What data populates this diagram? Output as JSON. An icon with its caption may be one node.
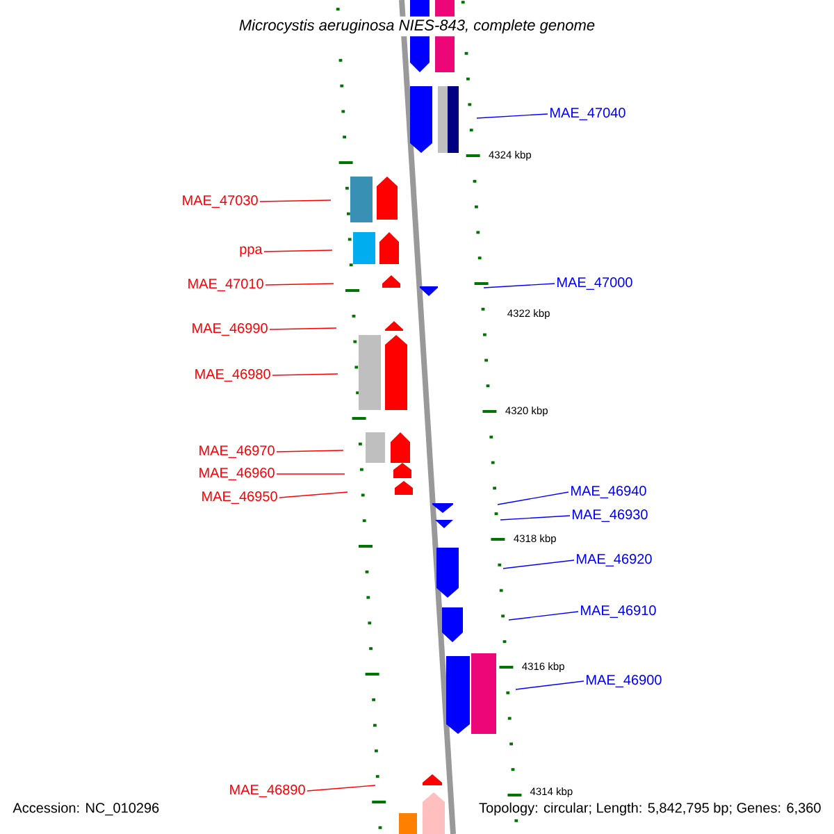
{
  "diagram": {
    "title": "*Microcystis aeruginosa* NIES-843, complete genome",
    "nodes": [
      {
        "text": [
          "MAE_47040"
        ]
      },
      {
        "text": [
          "MAE_47030"
        ]
      },
      {
        "text": [
          "ppa"
        ]
      },
      {
        "text": [
          "MAE_47010"
        ]
      },
      {
        "text": [
          "MAE_47000"
        ]
      },
      {
        "text": [
          "MAE_46990"
        ]
      },
      {
        "text": [
          "MAE_46980"
        ]
      },
      {
        "text": [
          "MAE_46970"
        ]
      },
      {
        "text": [
          "MAE_46960"
        ]
      },
      {
        "text": [
          "MAE_46950"
        ]
      },
      {
        "text": [
          "MAE_46940"
        ]
      },
      {
        "text": [
          "MAE_46930"
        ]
      },
      {
        "text": [
          "MAE_46920"
        ]
      },
      {
        "text": [
          "MAE_46910"
        ]
      },
      {
        "text": [
          "MAE_46900"
        ]
      },
      {
        "text": [
          "MAE_46890"
        ]
      }
    ],
    "edges": [
      {
        "from": 0,
        "to": null,
        "arrow": "none",
        "color": "#0000ff"
      },
      {
        "from": 1,
        "to": null,
        "arrow": "none"
      },
      {
        "from": 2,
        "to": null,
        "arrow": "none"
      },
      {
        "from": 3,
        "to": null,
        "arrow": "none"
      },
      {
        "from": 4,
        "to": null,
        "arrow": "none",
        "color": "#0000ff"
      },
      {
        "from": 5,
        "to": null,
        "arrow": "none"
      },
      {
        "from": 6,
        "to": null,
        "arrow": "none"
      },
      {
        "from": 7,
        "to": null,
        "arrow": "none"
      },
      {
        "from": 8,
        "to": null,
        "arrow": "none"
      },
      {
        "from": 9,
        "to": null,
        "arrow": "none"
      },
      {
        "from": 10,
        "to": null,
        "arrow": "none",
        "color": "#0000ff"
      },
      {
        "from": 11,
        "to": null,
        "arrow": "none",
        "color": "#0000ff"
      },
      {
        "from": 12,
        "to": null,
        "arrow": "none",
        "color": "#0000ff"
      },
      {
        "from": 13,
        "to": null,
        "arrow": "none",
        "color": "#0000ff"
      },
      {
        "from": 14,
        "to": null,
        "arrow": "none",
        "color": "#0000ff"
      },
      {
        "from": 15,
        "to": null,
        "arrow": "none"
      }
    ],
    "labels": [
      "4324 kbp",
      "4322 kbp",
      "4320 kbp",
      "4318 kbp",
      "4316 kbp",
      "4314 kbp",
      "Accession: NC_010296",
      "Topology: circular; Length: 5,842,795 bp; Genes: 6,360"
    ]
  }
}
